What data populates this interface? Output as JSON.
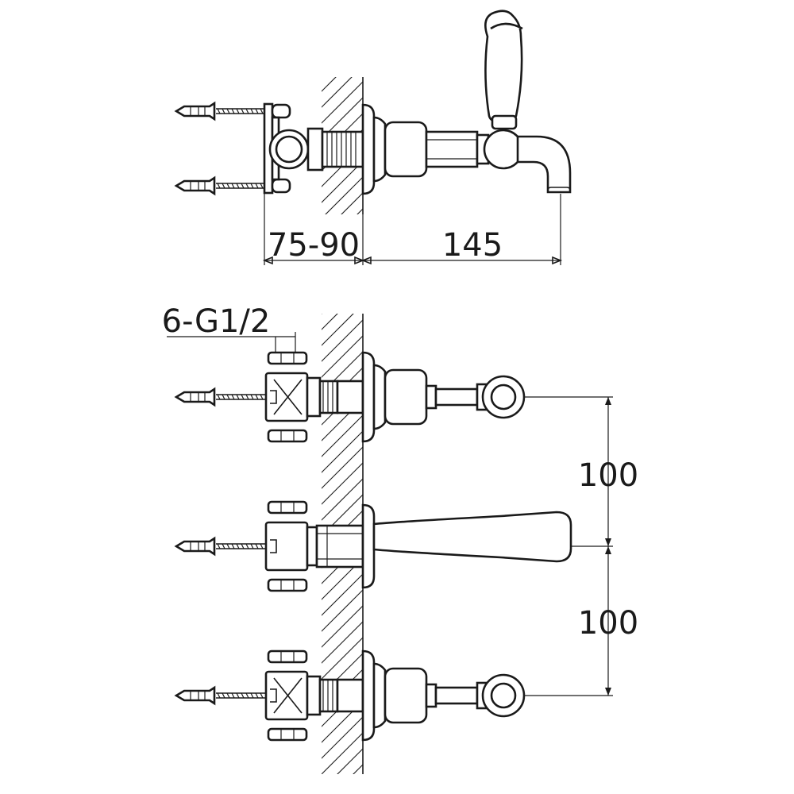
{
  "dimensions": {
    "depth_range": "75-90",
    "spout_projection": "145",
    "connection_thread": "6-G1/2",
    "upper_centre_spacing": "100",
    "lower_centre_spacing": "100"
  },
  "colors": {
    "line": "#1a1a1a",
    "background": "#ffffff"
  }
}
